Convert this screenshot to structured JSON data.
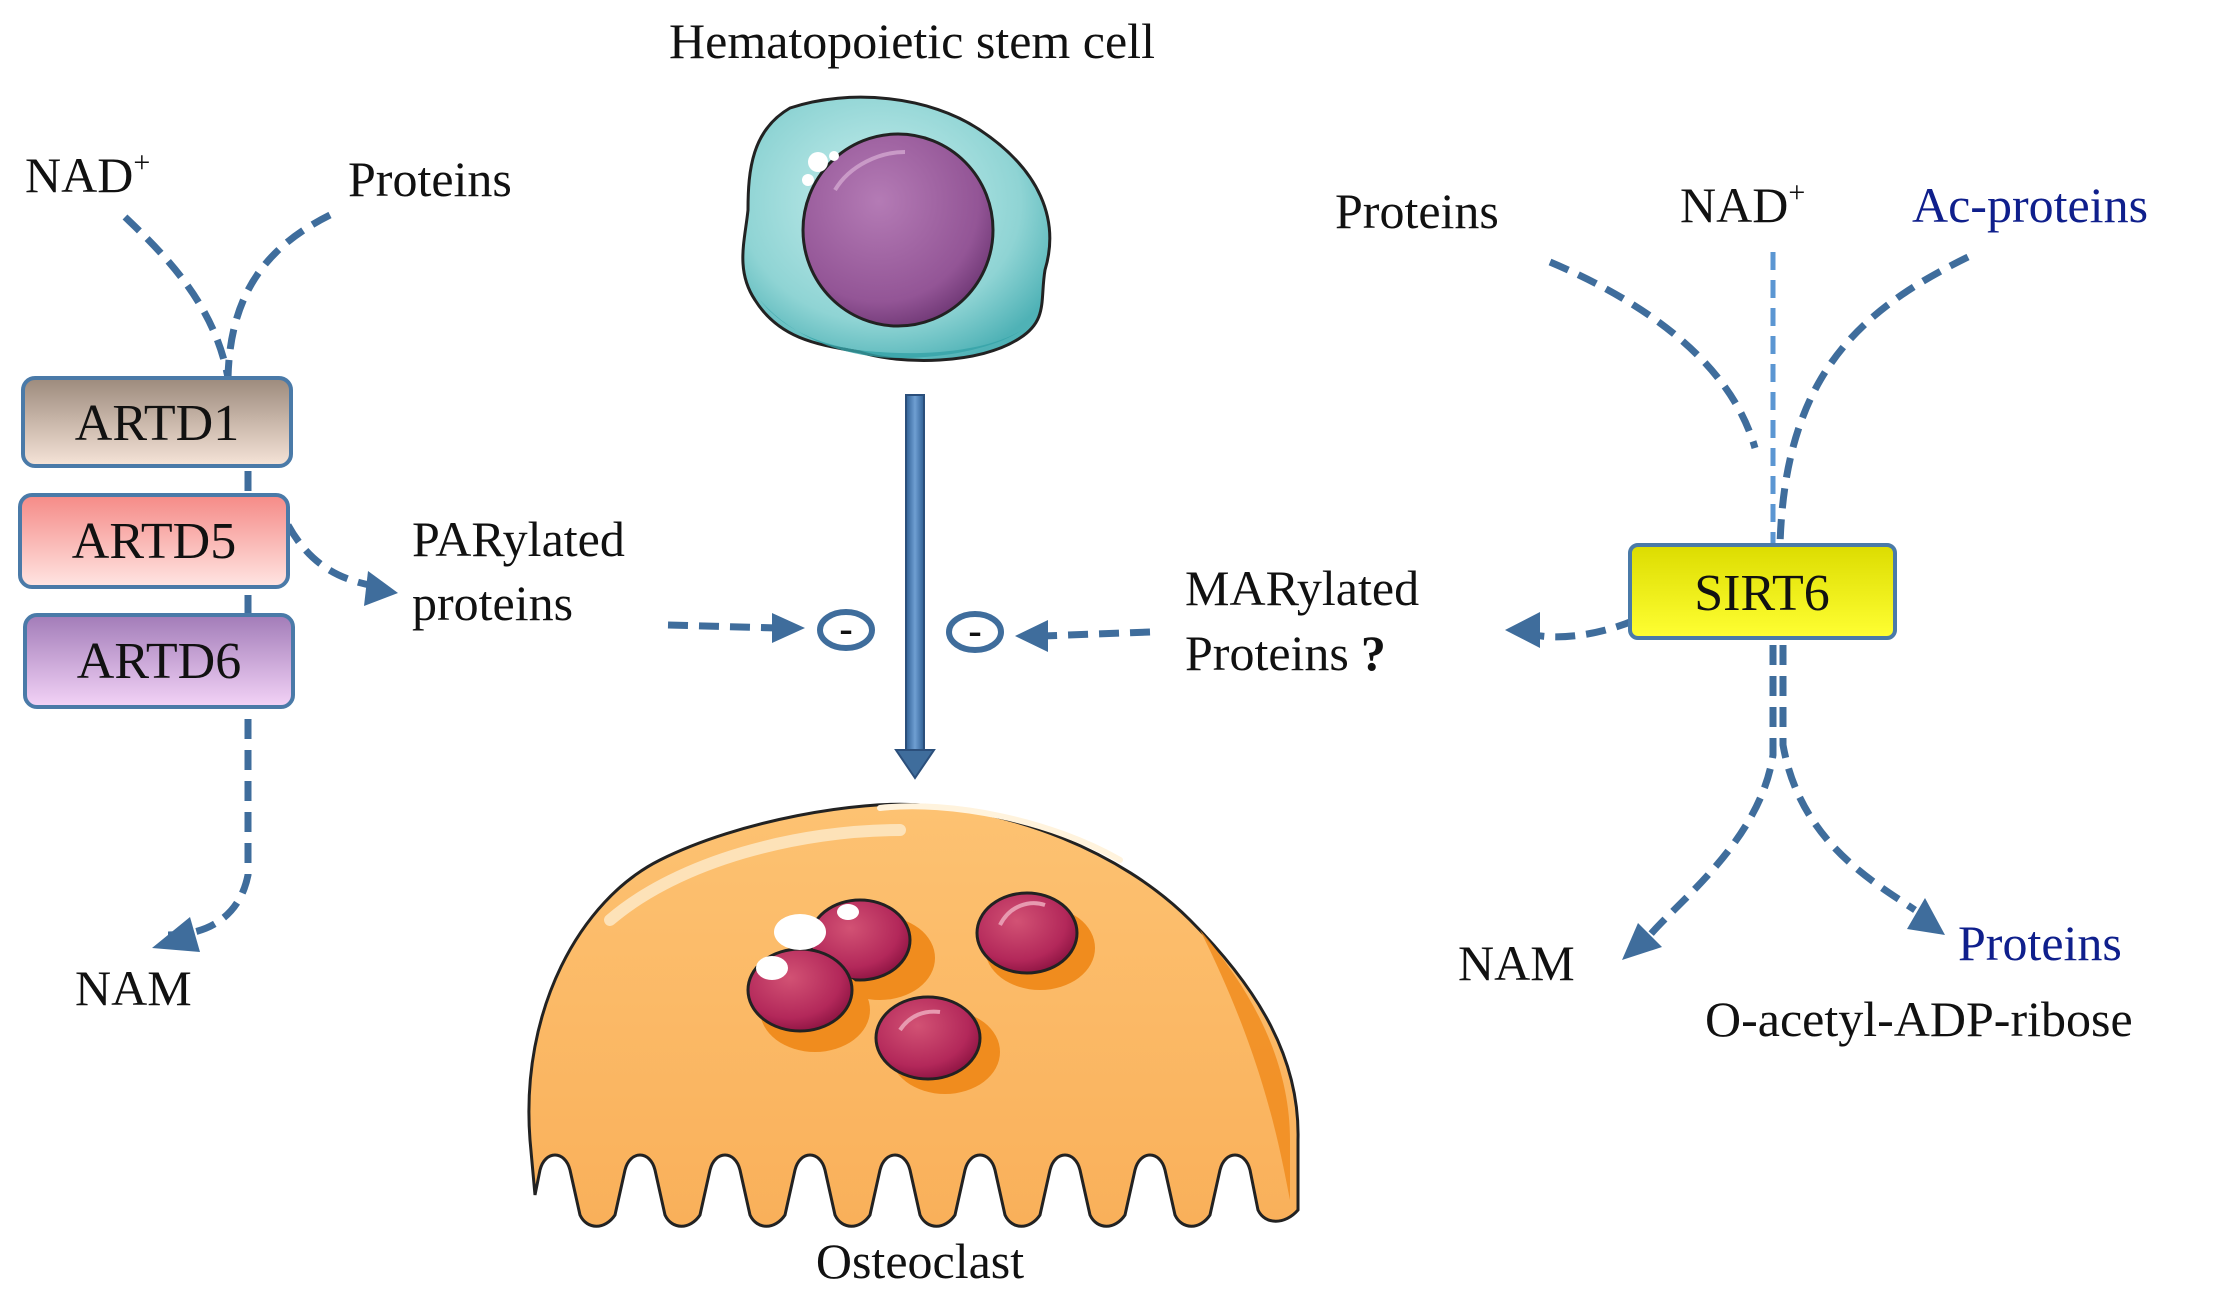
{
  "figure": {
    "stem_cell_label": "Hematopoietic stem cell",
    "osteoclast_label": "Osteoclast"
  },
  "left_pathway": {
    "input_nad": "NAD",
    "input_nad_sup": "+",
    "input_proteins": "Proteins",
    "enzymes": [
      {
        "label": "ARTD1",
        "color_top": "#9c8a7c",
        "color_bottom": "#f6e4d8"
      },
      {
        "label": "ARTD5",
        "color_top": "#f58a86",
        "color_bottom": "#ffe5e3"
      },
      {
        "label": "ARTD6",
        "color_top": "#a27cb8",
        "color_bottom": "#f3d3f7"
      }
    ],
    "product_line1": "PARylated",
    "product_line2": "proteins",
    "output_nam": "NAM"
  },
  "right_pathway": {
    "input_proteins": "Proteins",
    "input_nad": "NAD",
    "input_nad_sup": "+",
    "input_ac_proteins": "Ac-proteins",
    "enzyme": {
      "label": "SIRT6",
      "color_top": "#dcdc00",
      "color_bottom": "#ffff33"
    },
    "product_line1": "MARylated",
    "product_line2": "Proteins",
    "product_question": "?",
    "output_nam": "NAM",
    "output_proteins": "Proteins",
    "output_o_acetyl": "O-acetyl-ADP-ribose"
  },
  "inhibition_symbols": [
    "-",
    "-"
  ],
  "colors": {
    "arrow": "#3f6d9c",
    "nad_light_line": "#5b96d2",
    "blue_text": "#0f1f8c",
    "main_arrow": "#4a7fb5"
  }
}
